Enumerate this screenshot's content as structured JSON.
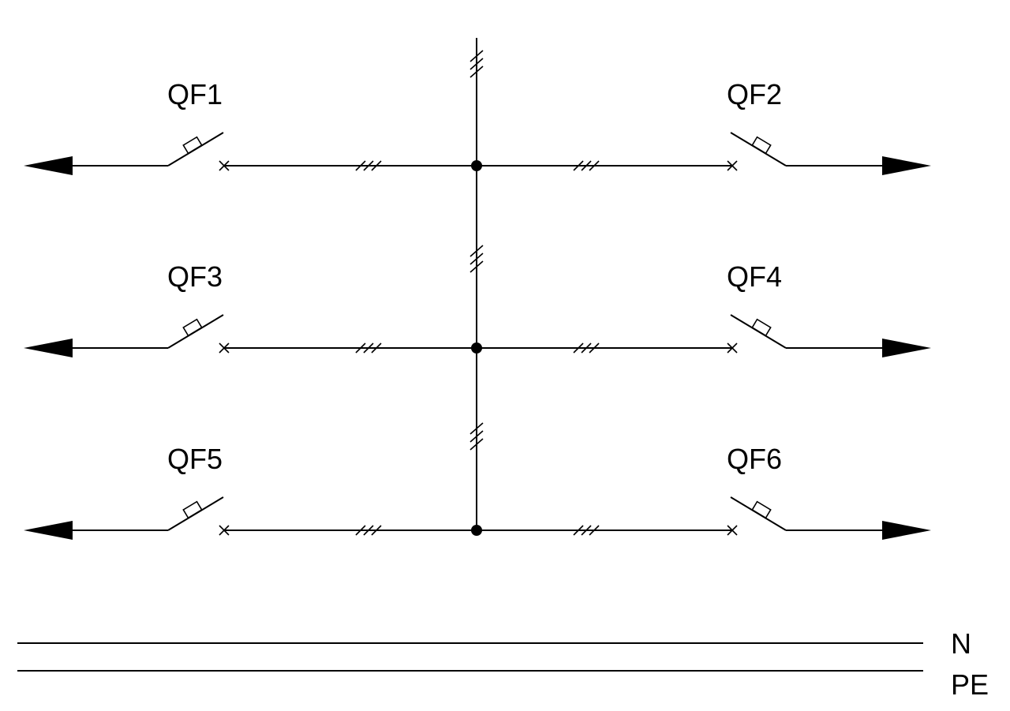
{
  "breakers": [
    {
      "label": "QF1"
    },
    {
      "label": "QF2"
    },
    {
      "label": "QF3"
    },
    {
      "label": "QF4"
    },
    {
      "label": "QF5"
    },
    {
      "label": "QF6"
    }
  ],
  "conductors": [
    {
      "label": "N"
    },
    {
      "label": "PE"
    }
  ],
  "colors": {
    "line": "#000000",
    "background": "#ffffff"
  }
}
